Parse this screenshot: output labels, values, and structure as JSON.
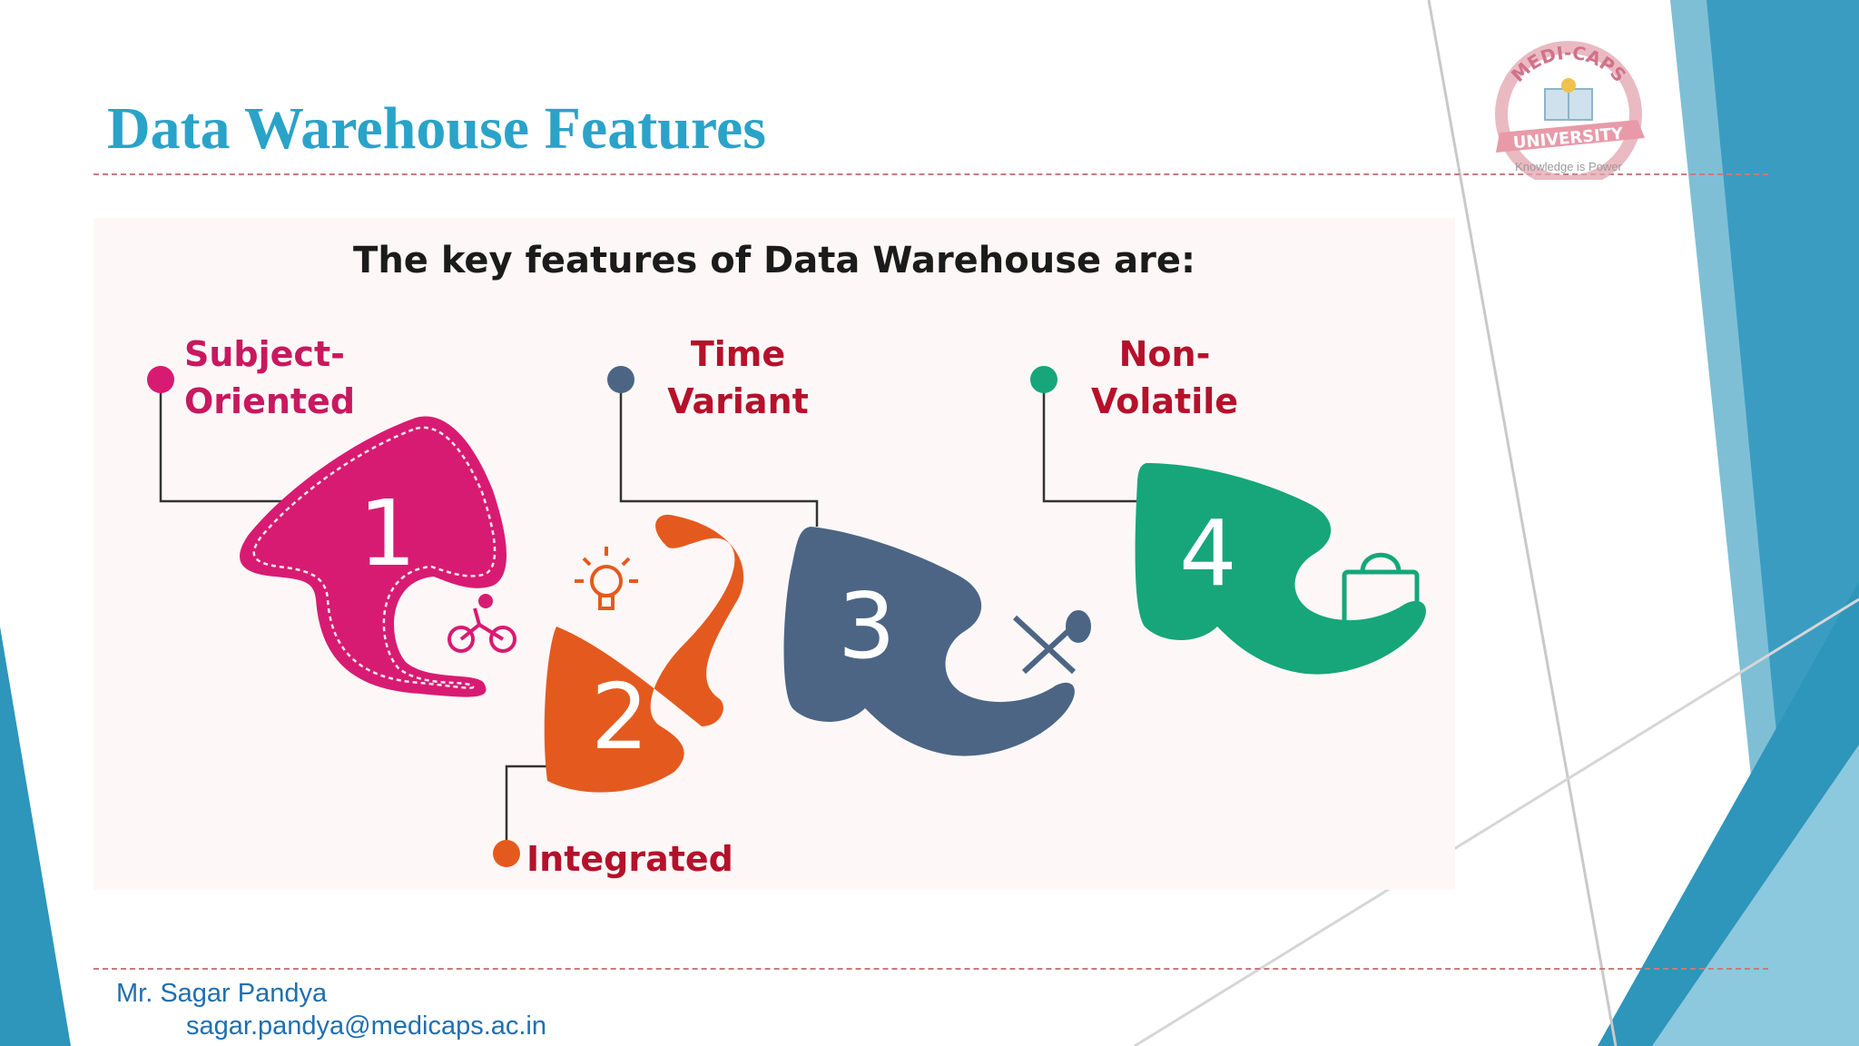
{
  "slide": {
    "title": "Data Warehouse Features"
  },
  "logo": {
    "arc_text": "MEDI-CAPS",
    "ribbon_text": "UNIVERSITY",
    "tagline": "Knowledge is Power"
  },
  "infographic": {
    "heading": "The key features of Data Warehouse are:",
    "features": [
      {
        "number": "1",
        "line1": "Subject-",
        "line2": "Oriented",
        "color": "#d81b72",
        "icon": "bicycle-icon"
      },
      {
        "number": "2",
        "line1": "Integrated",
        "line2": "",
        "color": "#e45a1e",
        "icon": "lightbulb-icon"
      },
      {
        "number": "3",
        "line1": "Time",
        "line2": "Variant",
        "color": "#4c6585",
        "icon": "utensils-icon"
      },
      {
        "number": "4",
        "line1": "Non-",
        "line2": "Volatile",
        "color": "#16a67a",
        "icon": "shopping-bag-icon"
      }
    ]
  },
  "footer": {
    "presenter": "Mr. Sagar Pandya",
    "email": "sagar.pandya@medicaps.ac.in"
  },
  "colors": {
    "title": "#2aa3c9",
    "accent_teal": "#2e95bb",
    "footer_text": "#1f6fb0"
  }
}
